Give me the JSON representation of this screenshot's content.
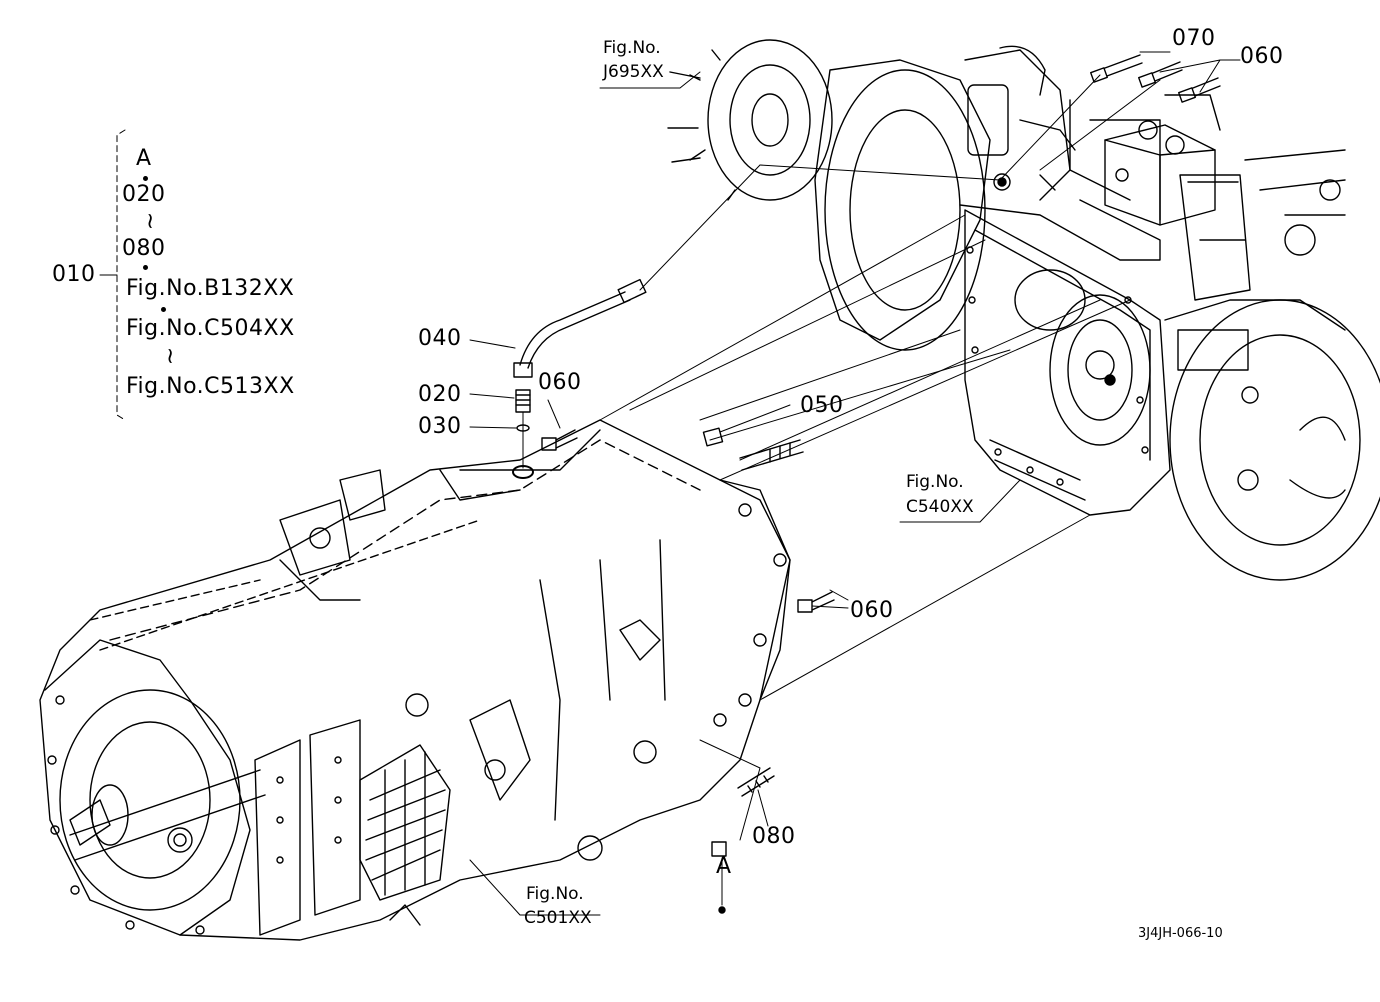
{
  "legend": {
    "main_part": "010",
    "items": [
      "A",
      "020",
      "080",
      "Fig.No.B132XX",
      "Fig.No.C504XX",
      "Fig.No.C513XX"
    ]
  },
  "callouts": {
    "p070": "070",
    "p060_top": "060",
    "p040": "040",
    "p020": "020",
    "p030": "030",
    "p060_mid": "060",
    "p050": "050",
    "p060_right": "060",
    "p080": "080",
    "point_a": "A"
  },
  "fig_refs": {
    "j695": {
      "prefix": "Fig.No.",
      "code": "J695XX"
    },
    "c540": {
      "prefix": "Fig.No.",
      "code": "C540XX"
    },
    "c501": {
      "prefix": "Fig.No.",
      "code": "C501XX"
    }
  },
  "drawing_code": "3J4JH-066-10"
}
